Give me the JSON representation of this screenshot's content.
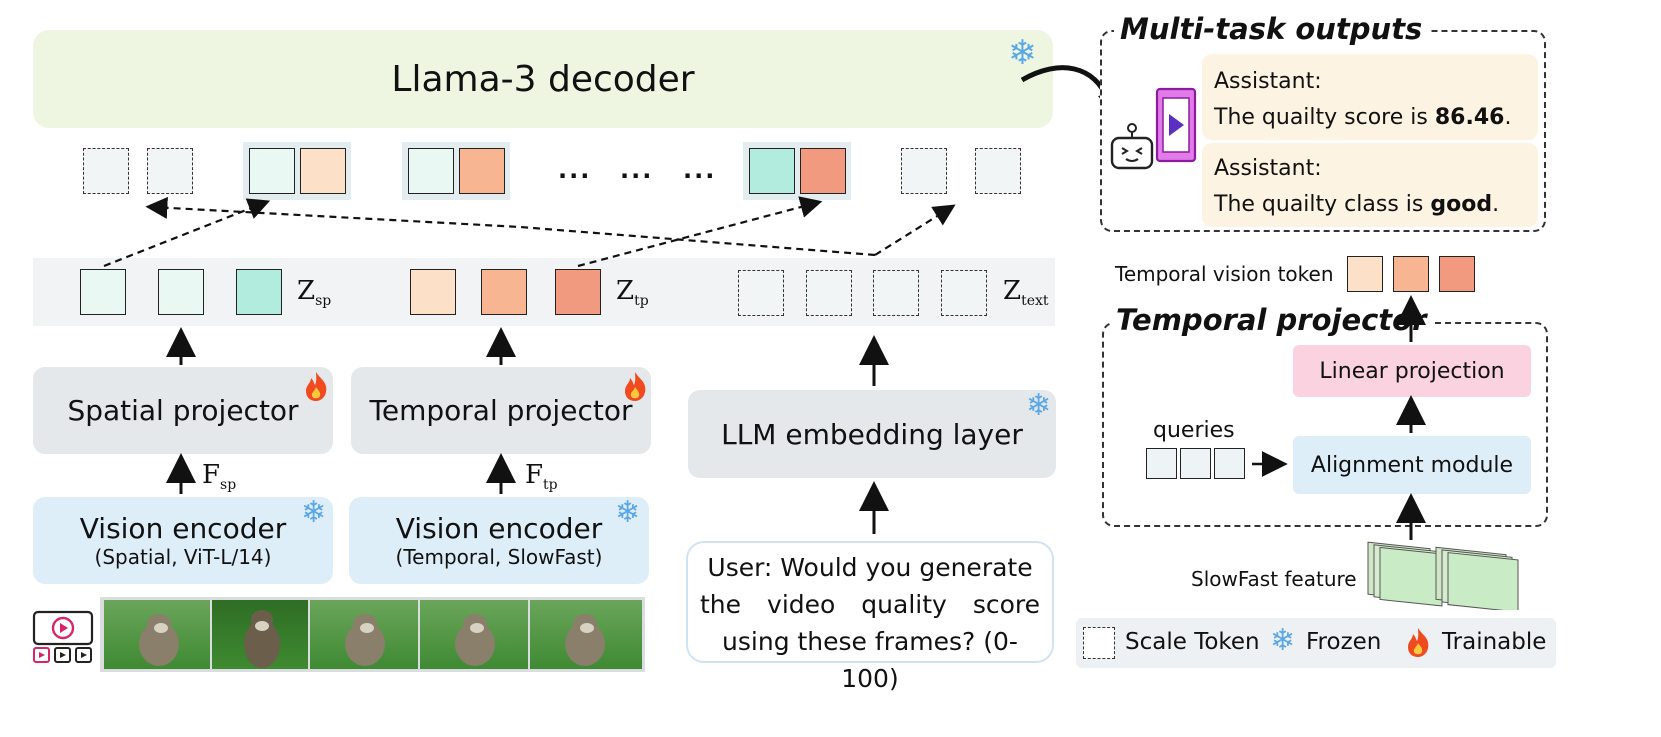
{
  "decoder": {
    "label": "Llama-3 decoder"
  },
  "vars": {
    "z_sp": "Z",
    "z_sp_sub": "sp",
    "z_tp": "Z",
    "z_tp_sub": "tp",
    "z_text": "Z",
    "z_text_sub": "text",
    "f_sp": "F",
    "f_sp_sub": "sp",
    "f_tp": "F",
    "f_tp_sub": "tp"
  },
  "ellipsis": [
    "...",
    "...",
    "..."
  ],
  "blocks": {
    "spatial_projector": "Spatial projector",
    "temporal_projector": "Temporal projector",
    "llm_embedding": "LLM embedding layer",
    "vision_encoder_spatial": {
      "title": "Vision encoder",
      "sub": "(Spatial, ViT-L/14)"
    },
    "vision_encoder_temporal": {
      "title": "Vision encoder",
      "sub": "(Temporal, SlowFast)"
    }
  },
  "user_prompt": {
    "line1": "User: Would you generate",
    "line2": "the video quality score",
    "line3": "using these frames? (0-100)"
  },
  "outputs": {
    "title": "Multi-task outputs",
    "a1_role": "Assistant:",
    "a1_text": "The quailty score is ",
    "a1_value": "86.46",
    "a1_end": ".",
    "a2_role": "Assistant:",
    "a2_text": "The quailty  class is ",
    "a2_value": "good",
    "a2_end": "."
  },
  "temporal_panel": {
    "token_label": "Temporal vision token",
    "title": "Temporal projector",
    "linear": "Linear projection",
    "alignment": "Alignment module",
    "queries": "queries",
    "slowfast": "SlowFast feature"
  },
  "legend": {
    "scale_token": "Scale Token",
    "frozen": "Frozen",
    "trainable": "Trainable"
  },
  "icons": {
    "frozen": "snowflake-icon",
    "trainable": "fire-icon",
    "robot": "robot-icon",
    "video": "video-play-icon",
    "film": "film-frame-icon"
  },
  "colors": {
    "decoder_bg": "#eef6e2",
    "block_grey": "#e4e8ea",
    "block_blue": "#ddeef9",
    "linear_pink": "#fbd3e0",
    "answer_bg": "#fdf3e3",
    "spatial_token": "#cdf1e8",
    "temporal_token": "#f7b691",
    "snowflake": "#5aa7e6",
    "fire": "#f04a1e"
  }
}
